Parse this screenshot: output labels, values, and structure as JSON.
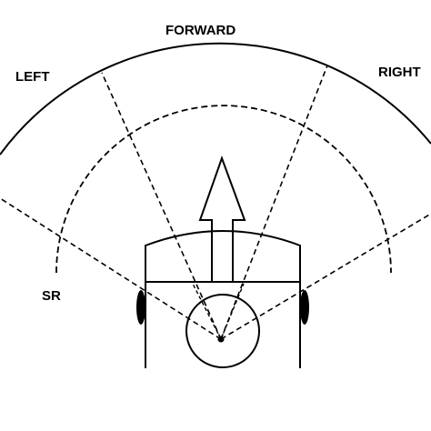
{
  "labels": {
    "forward": "FORWARD",
    "left": "LEFT",
    "right": "RIGHT",
    "sr": "SR"
  },
  "colors": {
    "stroke": "#000000",
    "background": "#ffffff"
  }
}
